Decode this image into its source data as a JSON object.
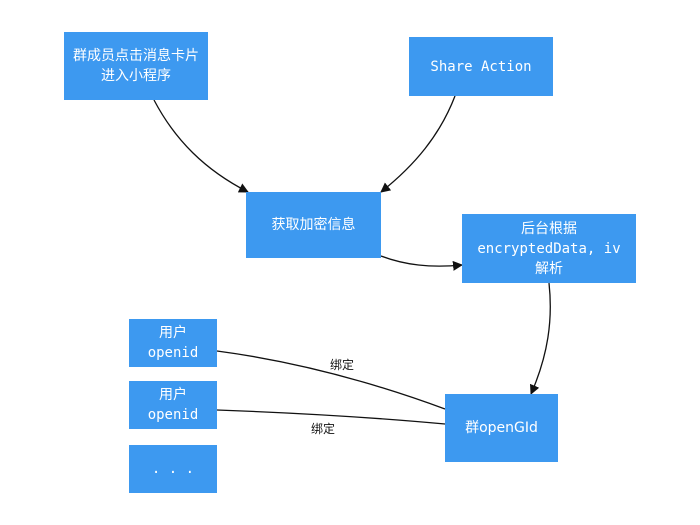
{
  "colors": {
    "box_fill": "#3d99f0",
    "box_text": "#ffffff",
    "edge": "#111111"
  },
  "nodes": {
    "member_click": {
      "line1": "群成员点击消息卡片",
      "line2": "进入小程序"
    },
    "share_action": {
      "label": "Share Action"
    },
    "get_encrypted": {
      "label": "获取加密信息"
    },
    "backend_parse": {
      "line1": "后台根据",
      "line2": "encryptedData, iv",
      "line3": "解析"
    },
    "user_openid_1": {
      "line1": "用户",
      "line2": "openid"
    },
    "user_openid_2": {
      "line1": "用户",
      "line2": "openid"
    },
    "more": {
      "label": ". . ."
    },
    "group_opengid": {
      "label": "群openGId"
    }
  },
  "edges": {
    "bind_label_1": "绑定",
    "bind_label_2": "绑定"
  }
}
